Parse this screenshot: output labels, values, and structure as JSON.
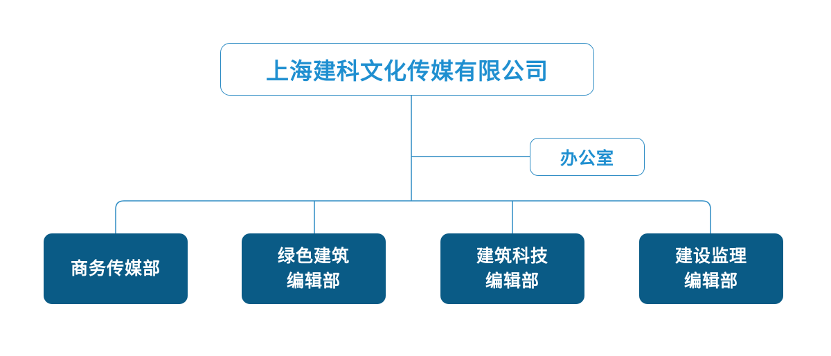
{
  "org_chart": {
    "root": {
      "label": "上海建科文化传媒有限公司"
    },
    "office": {
      "label": "办公室"
    },
    "departments": [
      {
        "lines": [
          "商务传媒部"
        ]
      },
      {
        "lines": [
          "绿色建筑",
          "编辑部"
        ]
      },
      {
        "lines": [
          "建筑科技",
          "编辑部"
        ]
      },
      {
        "lines": [
          "建设监理",
          "编辑部"
        ]
      }
    ]
  },
  "colors": {
    "connector": "#2e8cc4",
    "root_text": "#1f8fd0",
    "department_fill": "#0a5b86",
    "department_text": "#ffffff"
  }
}
